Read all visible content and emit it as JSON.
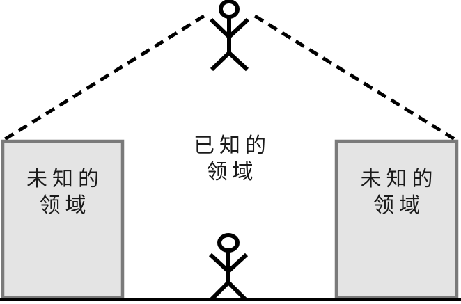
{
  "diagram": {
    "center_area": {
      "line1": "已知的",
      "line2": "领域"
    },
    "left_box": {
      "line1": "未知的",
      "line2": "领域"
    },
    "right_box": {
      "line1": "未知的",
      "line2": "领域"
    }
  },
  "icons": {
    "top_figure": "stick-person-icon",
    "bottom_figure": "stick-person-icon",
    "left_sightline": "dashed-line",
    "right_sightline": "dashed-line",
    "ground": "ground-line"
  },
  "colors": {
    "background": "#ffffff",
    "box_fill": "#e4e4e4",
    "box_border": "#7a7a7a",
    "line_color": "#000000",
    "text_color": "#1a1a1a"
  }
}
